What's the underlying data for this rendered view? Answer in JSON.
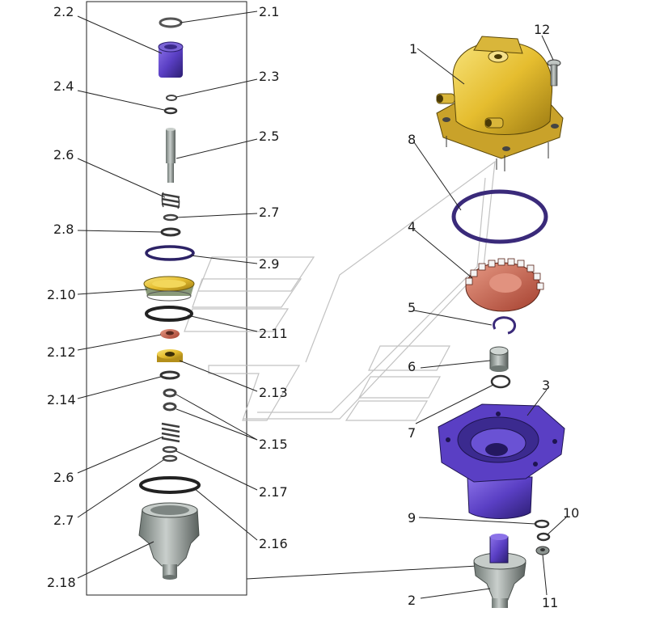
{
  "labels": {
    "l2_1": "2.1",
    "l2_2": "2.2",
    "l2_3": "2.3",
    "l2_4": "2.4",
    "l2_5": "2.5",
    "l2_6a": "2.6",
    "l2_7a": "2.7",
    "l2_8": "2.8",
    "l2_9": "2.9",
    "l2_10": "2.10",
    "l2_11": "2.11",
    "l2_12": "2.12",
    "l2_13": "2.13",
    "l2_14": "2.14",
    "l2_15": "2.15",
    "l2_6b": "2.6",
    "l2_17": "2.17",
    "l2_7b": "2.7",
    "l2_16": "2.16",
    "l2_18": "2.18",
    "l1": "1",
    "l12": "12",
    "l8": "8",
    "l4": "4",
    "l5": "5",
    "l6": "6",
    "l7": "7",
    "l3": "3",
    "l9": "9",
    "l10": "10",
    "l2": "2",
    "l11": "11"
  },
  "colors": {
    "yellow": "#e8c43a",
    "purple": "#5b40c0",
    "ring": "#3a2a7a",
    "red": "#c95a4a",
    "gray": "#a9b0ad",
    "olive": "#8a9a7a"
  }
}
